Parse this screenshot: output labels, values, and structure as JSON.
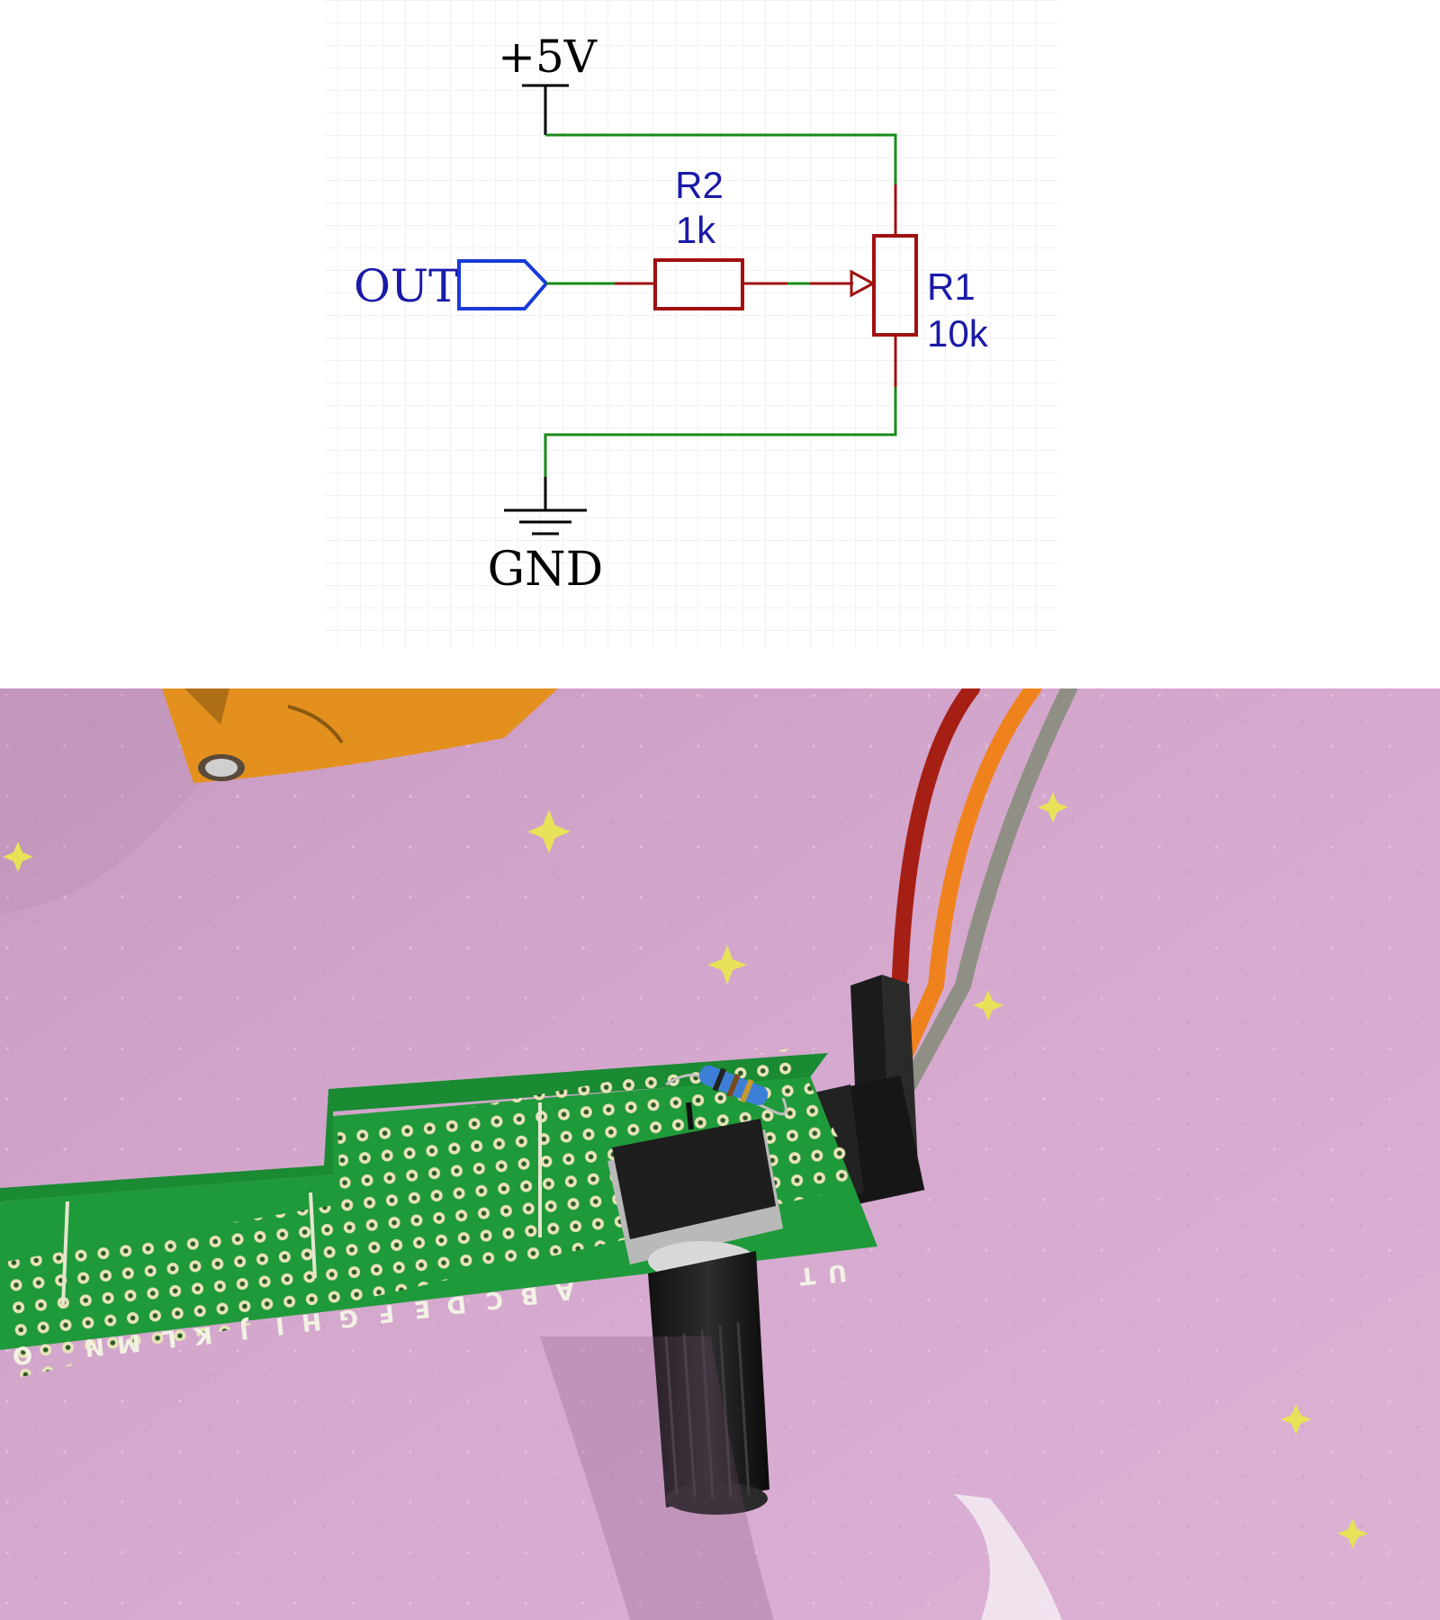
{
  "schematic": {
    "power_label": "+5V",
    "ground_label": "GND",
    "out_label": "OUT",
    "r2": {
      "designator": "R2",
      "value": "1k"
    },
    "r1": {
      "designator": "R1",
      "value": "10k"
    }
  },
  "photo": {
    "pcb_letters": [
      "U",
      "T",
      "A",
      "B",
      "C",
      "D",
      "E",
      "F",
      "G",
      "H",
      "I",
      "J",
      "K",
      "L",
      "M",
      "N",
      "O"
    ]
  },
  "colors": {
    "wire": "#1a8a1a",
    "component": "#a01010",
    "label_blue": "#1a1aa8",
    "port_blue": "#1a3ad8",
    "power_black": "#000000",
    "grid": "#e6e6ea",
    "background_photo": "#d7a8cf",
    "pcb_green": "#1f9a3a"
  }
}
